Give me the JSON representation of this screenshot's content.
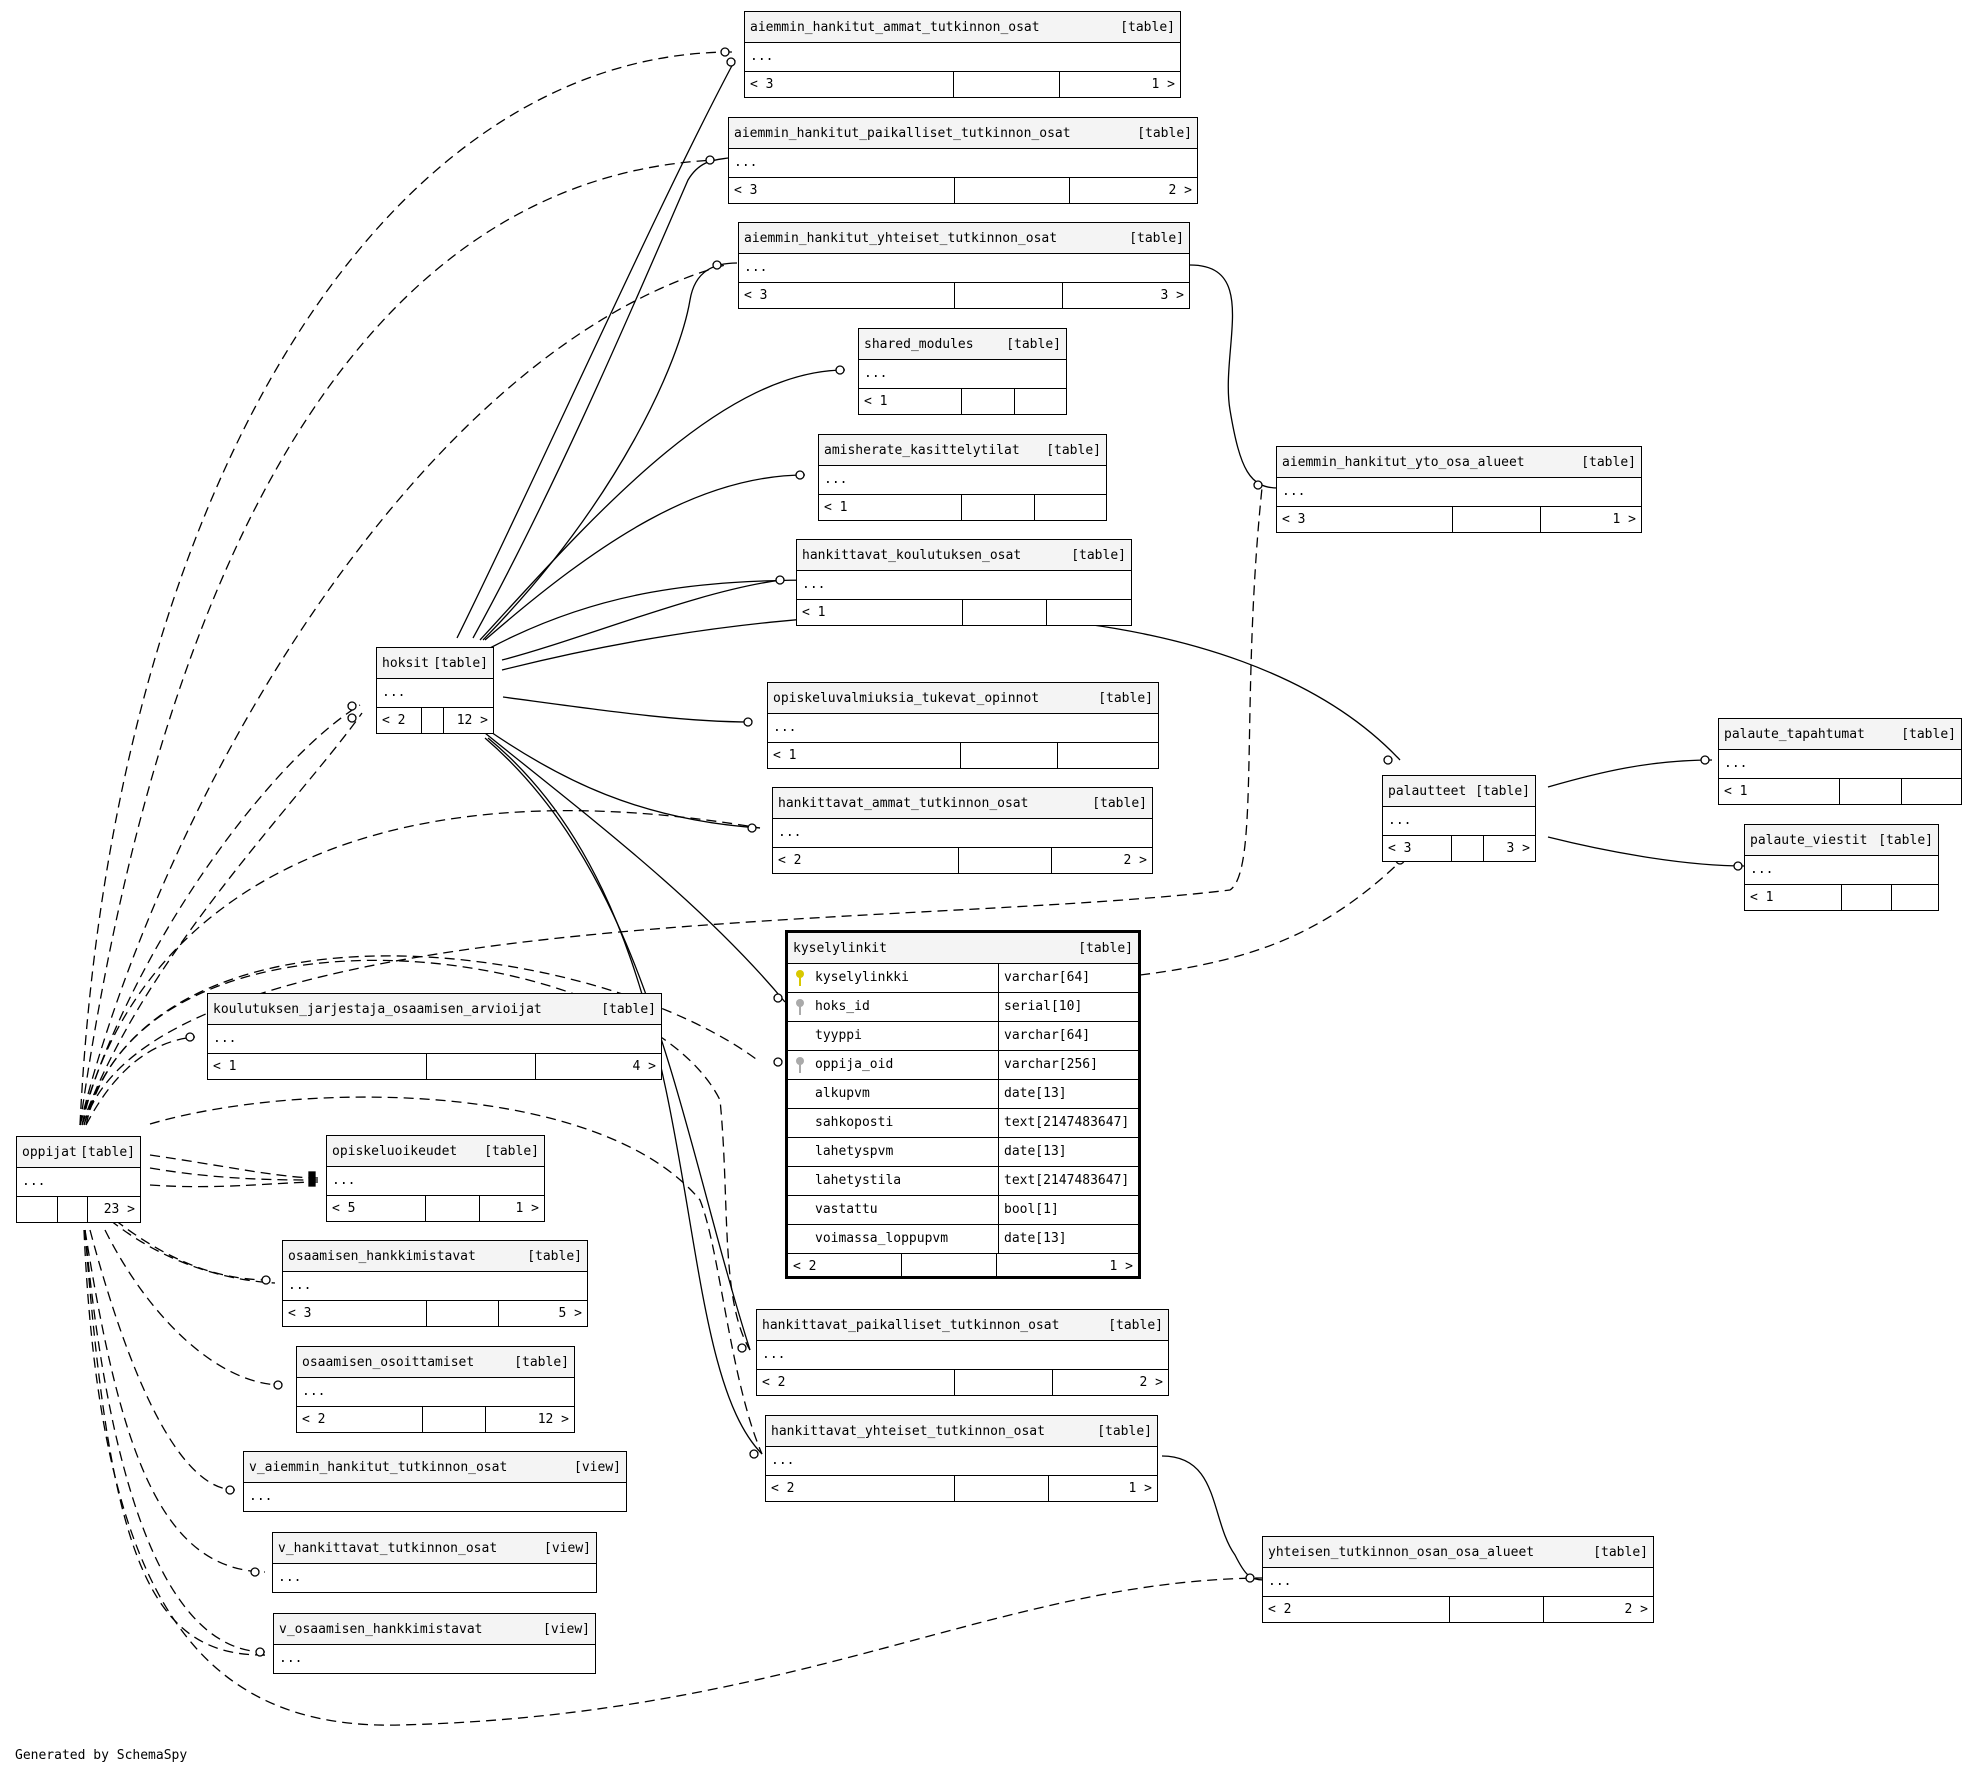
{
  "footer": "Generated by SchemaSpy",
  "focus_table": {
    "name": "kyselylinkit",
    "type": "[table]",
    "columns": [
      {
        "name": "kyselylinkki",
        "type": "varchar[64]",
        "key": "primary"
      },
      {
        "name": "hoks_id",
        "type": "serial[10]",
        "key": "foreign"
      },
      {
        "name": "tyyppi",
        "type": "varchar[64]",
        "key": ""
      },
      {
        "name": "oppija_oid",
        "type": "varchar[256]",
        "key": "foreign"
      },
      {
        "name": "alkupvm",
        "type": "date[13]",
        "key": ""
      },
      {
        "name": "sahkoposti",
        "type": "text[2147483647]",
        "key": ""
      },
      {
        "name": "lahetyspvm",
        "type": "date[13]",
        "key": ""
      },
      {
        "name": "lahetystila",
        "type": "text[2147483647]",
        "key": ""
      },
      {
        "name": "vastattu",
        "type": "bool[1]",
        "key": ""
      },
      {
        "name": "voimassa_loppupvm",
        "type": "date[13]",
        "key": ""
      }
    ],
    "footer": [
      "< 2",
      "",
      "1 >"
    ]
  },
  "tables": [
    {
      "id": "t_aah_ammat",
      "name": "aiemmin_hankitut_ammat_tutkinnon_osat",
      "type": "[table]",
      "body": "...",
      "footer": [
        "< 3",
        "",
        "1 >"
      ]
    },
    {
      "id": "t_aah_paik",
      "name": "aiemmin_hankitut_paikalliset_tutkinnon_osat",
      "type": "[table]",
      "body": "...",
      "footer": [
        "< 3",
        "",
        "2 >"
      ]
    },
    {
      "id": "t_aah_yht",
      "name": "aiemmin_hankitut_yhteiset_tutkinnon_osat",
      "type": "[table]",
      "body": "...",
      "footer": [
        "< 3",
        "",
        "3 >"
      ]
    },
    {
      "id": "t_shared",
      "name": "shared_modules",
      "type": "[table]",
      "body": "...",
      "footer": [
        "< 1",
        "",
        ""
      ]
    },
    {
      "id": "t_amis",
      "name": "amisherate_kasittelytilat",
      "type": "[table]",
      "body": "...",
      "footer": [
        "< 1",
        "",
        ""
      ]
    },
    {
      "id": "t_hank_koul",
      "name": "hankittavat_koulutuksen_osat",
      "type": "[table]",
      "body": "...",
      "footer": [
        "< 1",
        "",
        ""
      ]
    },
    {
      "id": "t_hoksit",
      "name": "hoksit",
      "type": "[table]",
      "body": "...",
      "footer": [
        "< 2",
        "",
        "12 >"
      ]
    },
    {
      "id": "t_opval",
      "name": "opiskeluvalmiuksia_tukevat_opinnot",
      "type": "[table]",
      "body": "...",
      "footer": [
        "< 1",
        "",
        ""
      ]
    },
    {
      "id": "t_hank_ammat",
      "name": "hankittavat_ammat_tutkinnon_osat",
      "type": "[table]",
      "body": "...",
      "footer": [
        "< 2",
        "",
        "2 >"
      ]
    },
    {
      "id": "t_aah_yto",
      "name": "aiemmin_hankitut_yto_osa_alueet",
      "type": "[table]",
      "body": "...",
      "footer": [
        "< 3",
        "",
        "1 >"
      ]
    },
    {
      "id": "t_palautteet",
      "name": "palautteet",
      "type": "[table]",
      "body": "...",
      "footer": [
        "< 3",
        "",
        "3 >"
      ]
    },
    {
      "id": "t_pal_tap",
      "name": "palaute_tapahtumat",
      "type": "[table]",
      "body": "...",
      "footer": [
        "< 1",
        "",
        ""
      ]
    },
    {
      "id": "t_pal_vie",
      "name": "palaute_viestit",
      "type": "[table]",
      "body": "...",
      "footer": [
        "< 1",
        "",
        ""
      ]
    },
    {
      "id": "t_koul_jarj",
      "name": "koulutuksen_jarjestaja_osaamisen_arvioijat",
      "type": "[table]",
      "body": "...",
      "footer": [
        "< 1",
        "",
        "4 >"
      ]
    },
    {
      "id": "t_oppijat",
      "name": "oppijat",
      "type": "[table]",
      "body": "...",
      "footer": [
        "",
        "",
        "23 >"
      ]
    },
    {
      "id": "t_opiskeluoik",
      "name": "opiskeluoikeudet",
      "type": "[table]",
      "body": "...",
      "footer": [
        "< 5",
        "",
        "1 >"
      ]
    },
    {
      "id": "t_os_hank",
      "name": "osaamisen_hankkimistavat",
      "type": "[table]",
      "body": "...",
      "footer": [
        "< 3",
        "",
        "5 >"
      ]
    },
    {
      "id": "t_os_osoit",
      "name": "osaamisen_osoittamiset",
      "type": "[table]",
      "body": "...",
      "footer": [
        "< 2",
        "",
        "12 >"
      ]
    },
    {
      "id": "t_hank_paik",
      "name": "hankittavat_paikalliset_tutkinnon_osat",
      "type": "[table]",
      "body": "...",
      "footer": [
        "< 2",
        "",
        "2 >"
      ]
    },
    {
      "id": "t_hank_yht",
      "name": "hankittavat_yhteiset_tutkinnon_osat",
      "type": "[table]",
      "body": "...",
      "footer": [
        "< 2",
        "",
        "1 >"
      ]
    },
    {
      "id": "t_v_aah",
      "name": "v_aiemmin_hankitut_tutkinnon_osat",
      "type": "[view]",
      "body": "...",
      "footer": null
    },
    {
      "id": "t_v_hank",
      "name": "v_hankittavat_tutkinnon_osat",
      "type": "[view]",
      "body": "...",
      "footer": null
    },
    {
      "id": "t_yht_osa",
      "name": "yhteisen_tutkinnon_osan_osa_alueet",
      "type": "[table]",
      "body": "...",
      "footer": [
        "< 2",
        "",
        "2 >"
      ]
    },
    {
      "id": "t_v_os_hank",
      "name": "v_osaamisen_hankkimistavat",
      "type": "[view]",
      "body": "...",
      "footer": null
    }
  ]
}
